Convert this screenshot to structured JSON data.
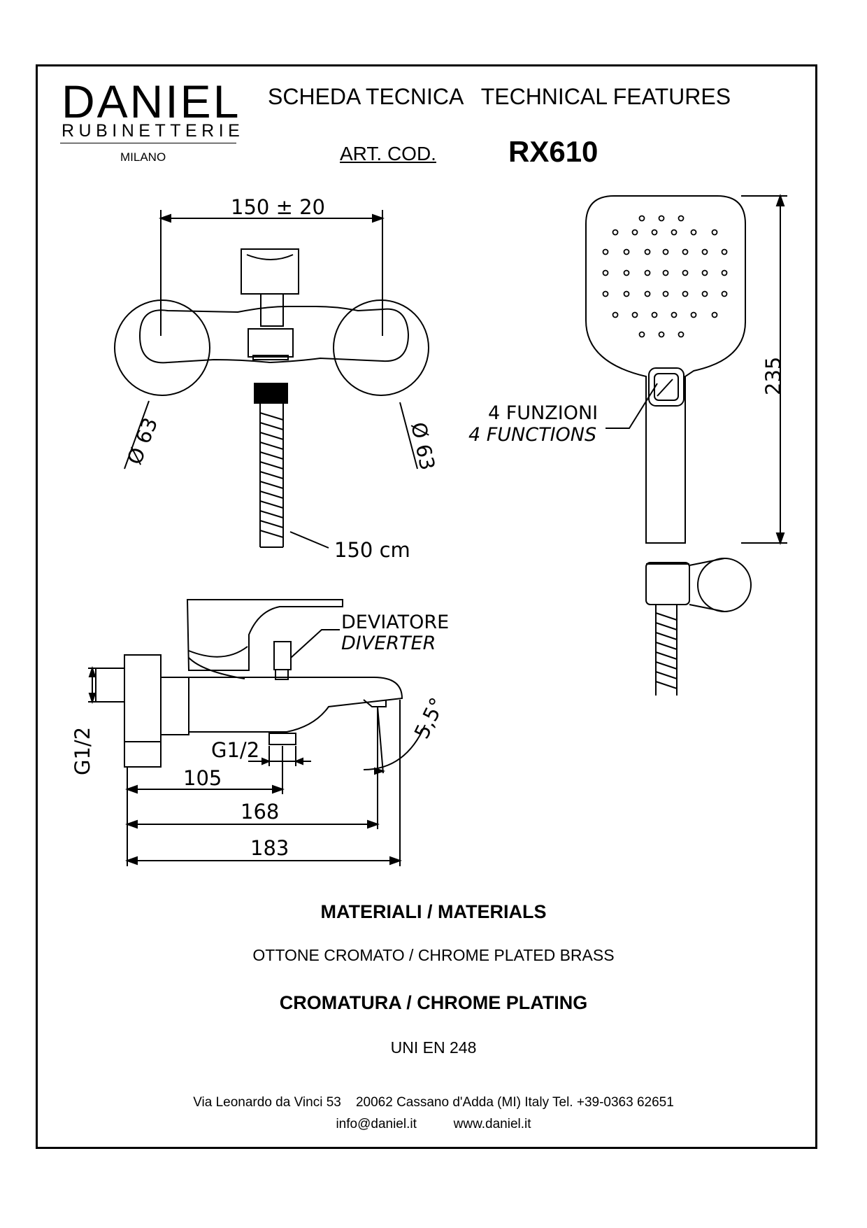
{
  "header": {
    "brand": "DANIEL",
    "brand_sub": "RUBINETTERIE",
    "brand_city": "MILANO",
    "title": "SCHEDA TECNICA   TECHNICAL FEATURES",
    "art_cod_label": "ART. COD.",
    "art_code": "RX610"
  },
  "drawing": {
    "top_width": "150 ± 20",
    "dia_left": "Ø 63",
    "dia_right": "Ø 63",
    "hose_length": "150 cm",
    "shower_length": "235",
    "functions_it": "4 FUNZIONI",
    "functions_en": "4 FUNCTIONS",
    "diverter_it": "DEVIATORE",
    "diverter_en": "DIVERTER",
    "inlet": "G1/2",
    "outlet": "G1/2",
    "angle": "5,5°",
    "dim_105": "105",
    "dim_168": "168",
    "dim_183": "183"
  },
  "materials": {
    "title": "MATERIALI / MATERIALS",
    "text": "OTTONE CROMATO  / CHROME PLATED BRASS"
  },
  "plating": {
    "title": "CROMATURA / CHROME PLATING",
    "text": "UNI EN 248"
  },
  "footer": {
    "address": "Via Leonardo da Vinci 53    20062 Cassano d'Adda (MI) Italy Tel. +39-0363 62651",
    "contacts": "info@daniel.it          www.daniel.it"
  }
}
